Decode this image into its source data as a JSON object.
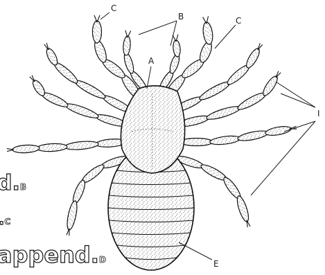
{
  "figure": {
    "callout_labels": {
      "A": "A",
      "B": "B",
      "C_left": "C",
      "C_right": "C",
      "E": "E",
      "I": "I"
    },
    "overlay_fragments": [
      {
        "text": "d.",
        "suffix": "B"
      },
      {
        "text": ".",
        "suffix": "C"
      },
      {
        "text": "append.",
        "suffix": "D"
      }
    ],
    "colors": {
      "ink": "#1a1a1a",
      "body_fill": "#efefef",
      "paper": "#ffffff"
    }
  }
}
